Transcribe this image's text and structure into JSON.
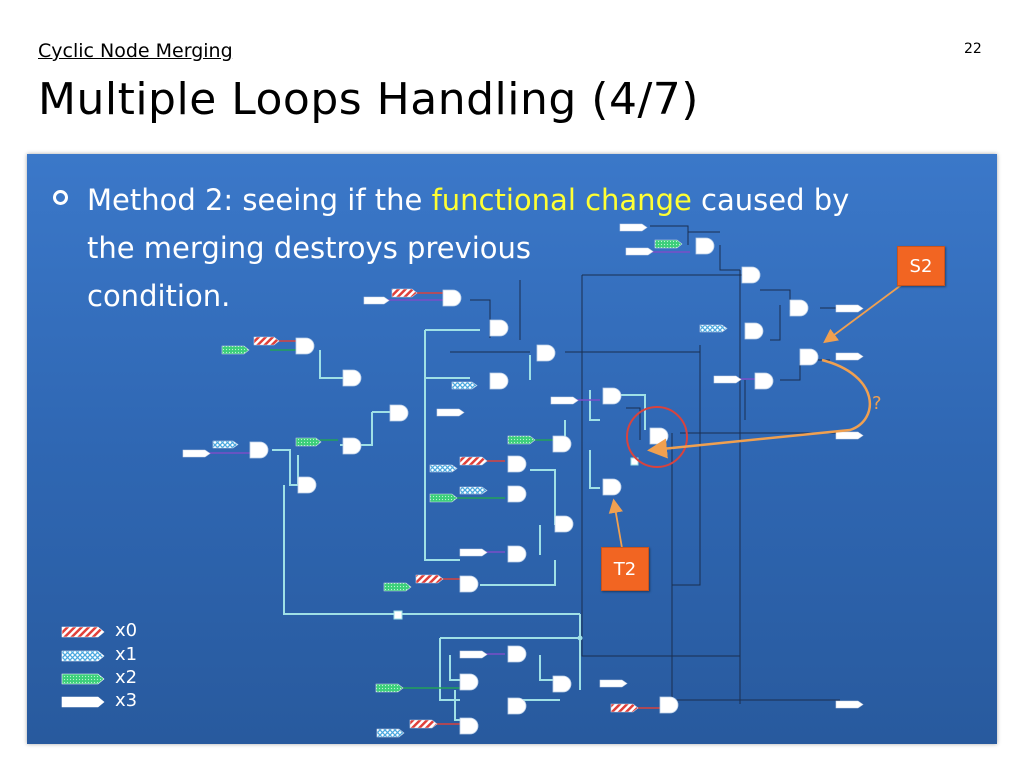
{
  "slide": {
    "subtitle": "Cyclic Node Merging",
    "title": "Multiple Loops Handling (4/7)",
    "page_number": "22"
  },
  "bullet": {
    "text_before": "Method 2: seeing if the ",
    "highlight": "functional change",
    "text_after": " caused by",
    "line2": "the merging destroys previous",
    "line3": "condition."
  },
  "callouts": {
    "s2": "S2",
    "t2": "T2",
    "question": "?"
  },
  "legend": [
    {
      "label": "x0",
      "style": "hatched-red"
    },
    {
      "label": "x1",
      "style": "crosshatch-blue"
    },
    {
      "label": "x2",
      "style": "dotted-green"
    },
    {
      "label": "x3",
      "style": "white"
    }
  ],
  "colors": {
    "panel": "#3370bf",
    "highlight": "#ffff33",
    "callout": "#f26522",
    "wire": "#9fe0e6",
    "wire_dark": "#1a2e50"
  }
}
